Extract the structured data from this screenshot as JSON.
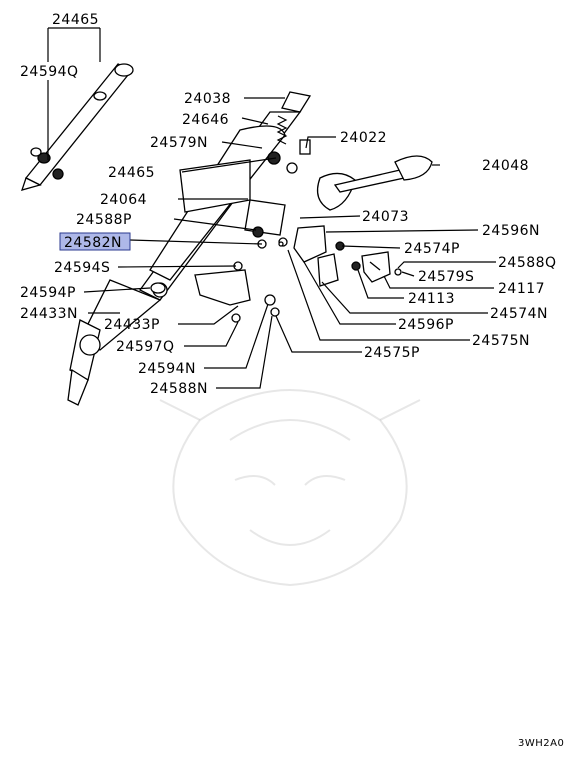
{
  "diagram": {
    "code": "3WH2A0",
    "highlighted": "24582N",
    "labels": {
      "l24465a": "24465",
      "l24594Q": "24594Q",
      "l24038": "24038",
      "l24646": "24646",
      "l24579N": "24579N",
      "l24022": "24022",
      "l24465b": "24465",
      "l24048": "24048",
      "l24064": "24064",
      "l24073": "24073",
      "l24588P": "24588P",
      "l24596N": "24596N",
      "l24582N": "24582N",
      "l24574P": "24574P",
      "l24588Q": "24588Q",
      "l24594S": "24594S",
      "l24579S": "24579S",
      "l24594P": "24594P",
      "l24117": "24117",
      "l24113": "24113",
      "l24433N": "24433N",
      "l24574N": "24574N",
      "l24433P": "24433P",
      "l24596P": "24596P",
      "l24575N": "24575N",
      "l24597Q": "24597Q",
      "l24575P": "24575P",
      "l24594N": "24594N",
      "l24588N": "24588N"
    }
  }
}
